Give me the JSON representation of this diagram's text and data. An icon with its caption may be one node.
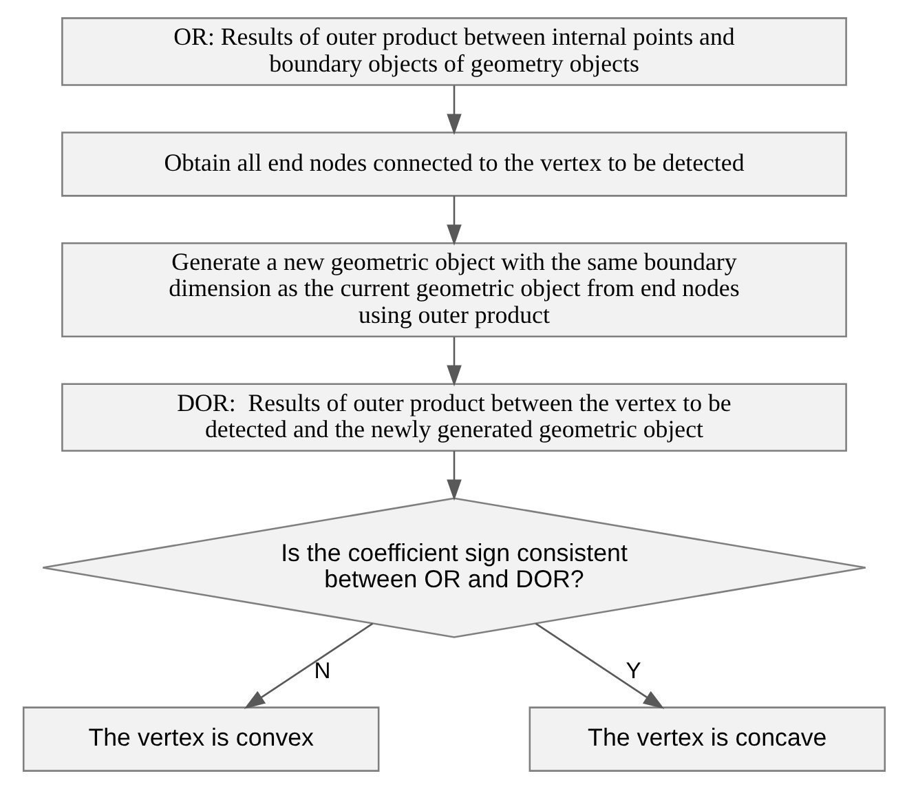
{
  "diagram": {
    "nodes": [
      {
        "text": [
          "OR: Results of outer product between internal points and boundary objects of geometry objects"
        ]
      },
      {
        "text": [
          "Obtain all end nodes connected to the vertex to be detected"
        ]
      },
      {
        "text": [
          "Generate a new geometric object with the same boundary dimension as the current geometric object from end nodes using outer product"
        ]
      },
      {
        "text": [
          "DOR:  Results of outer product between the vertex to be detected and the newly generated geometric object"
        ]
      },
      {
        "text": [
          "Is the coefficient sign consistent between OR and DOR?"
        ]
      },
      {
        "text": [
          "The vertex is convex"
        ]
      },
      {
        "text": [
          "The vertex is concave"
        ]
      }
    ],
    "edges": [
      {
        "from": 0,
        "to": 1,
        "arrow": "to"
      },
      {
        "from": 1,
        "to": 2,
        "arrow": "to"
      },
      {
        "from": 2,
        "to": 3,
        "arrow": "to"
      },
      {
        "from": 3,
        "to": 4,
        "arrow": "to"
      },
      {
        "from": 4,
        "to": 5,
        "arrow": "to",
        "label": "N"
      },
      {
        "from": 4,
        "to": 6,
        "arrow": "to",
        "label": "Y"
      }
    ]
  }
}
